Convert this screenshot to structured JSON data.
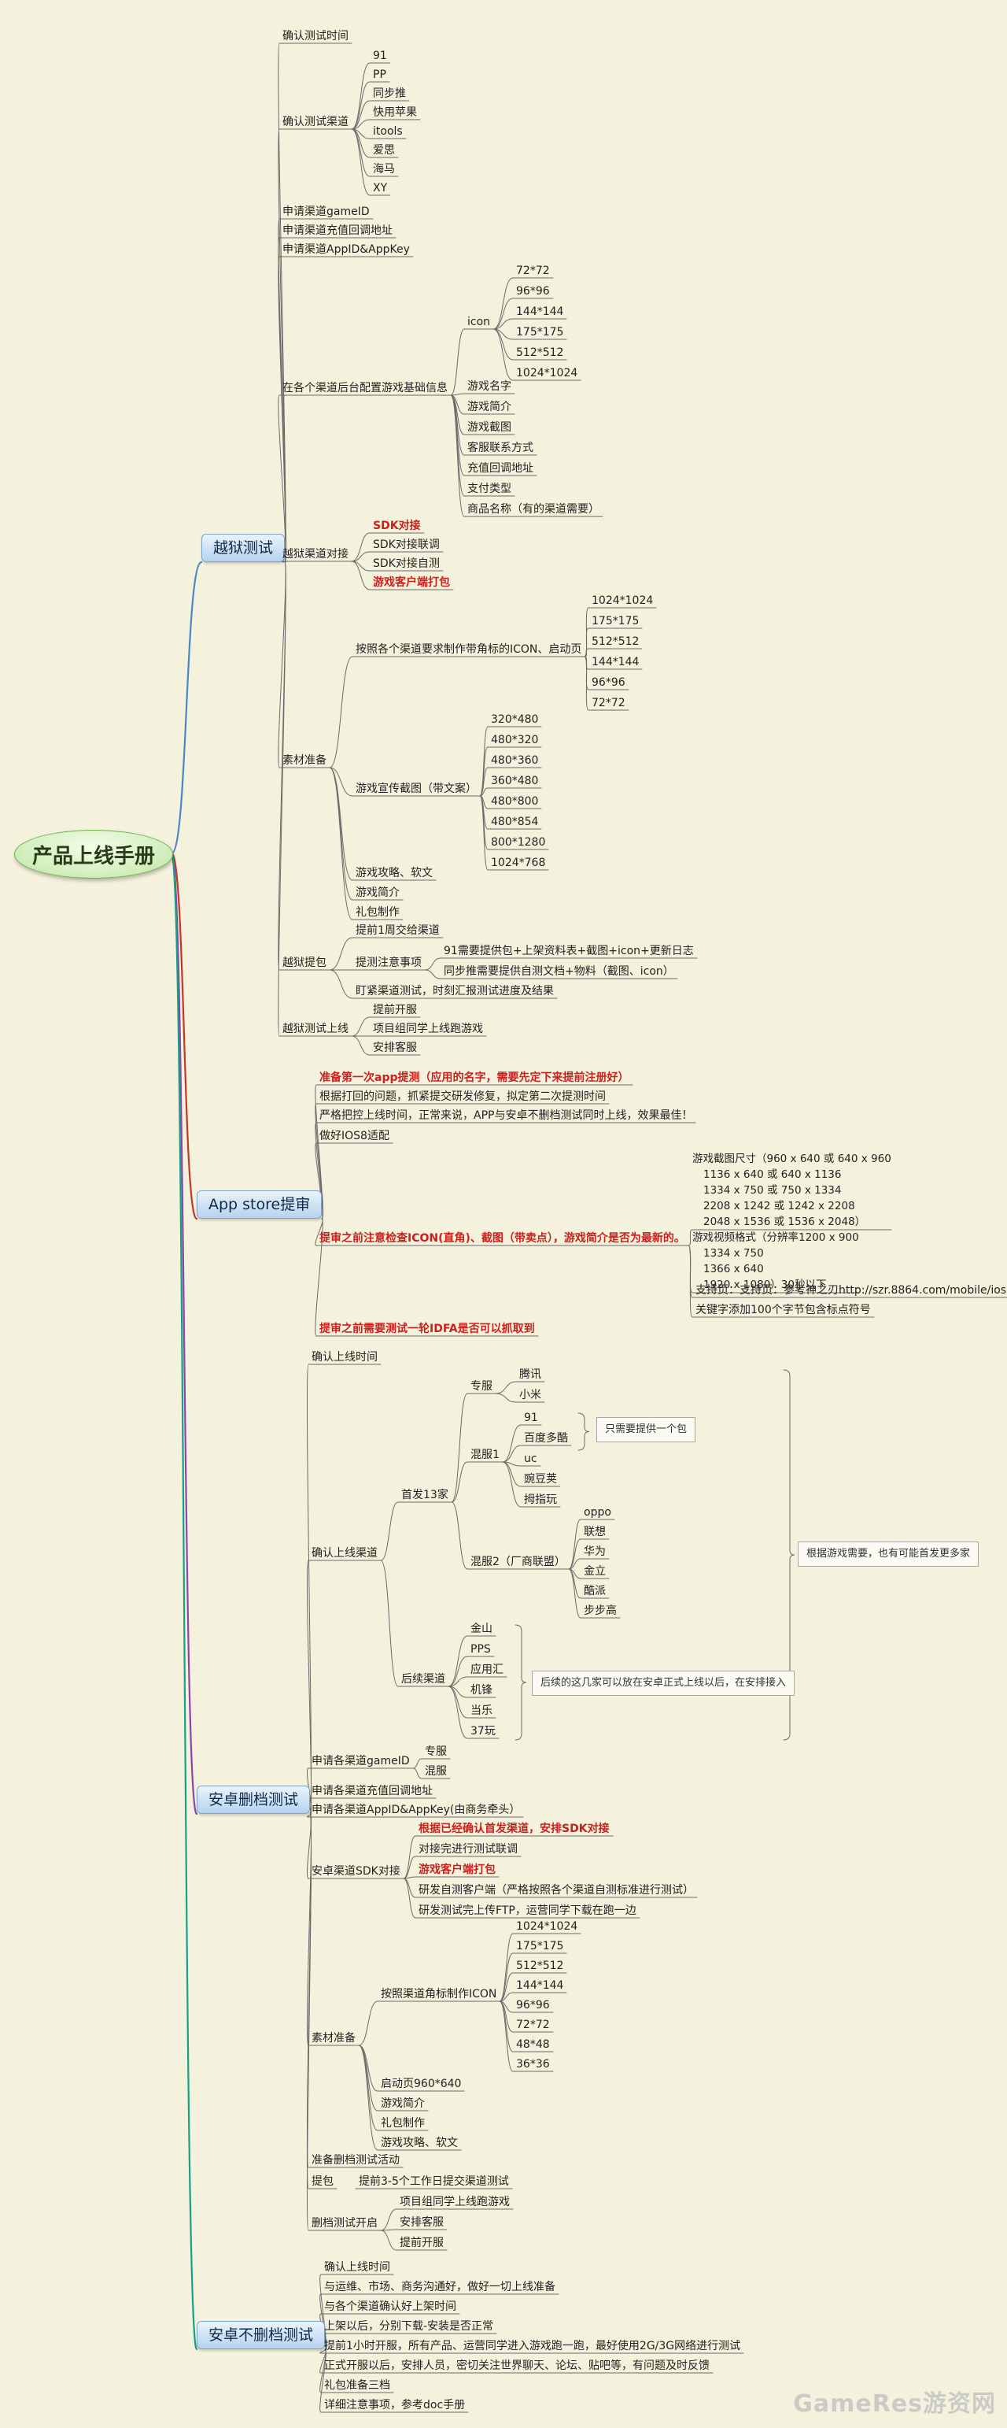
{
  "root": "产品上线手册",
  "watermark": "GameRes游资网",
  "branches": [
    {
      "id": "jb",
      "label": "越狱测试"
    },
    {
      "id": "as",
      "label": "App store提审"
    },
    {
      "id": "ad",
      "label": "安卓删档测试"
    },
    {
      "id": "an",
      "label": "安卓不删档测试"
    }
  ],
  "jailbreak": {
    "confirm_time": "确认测试时间",
    "confirm_channels": "确认测试渠道",
    "channels": [
      "91",
      "PP",
      "同步推",
      "快用苹果",
      "itools",
      "爱思",
      "海马",
      "XY"
    ],
    "gameid": "申请渠道gameID",
    "recharge": "申请渠道充值回调地址",
    "appid": "申请渠道AppID&AppKey",
    "config": "在各个渠道后台配置游戏基础信息",
    "icon": "icon",
    "icon_sizes": [
      "72*72",
      "96*96",
      "144*144",
      "175*175",
      "512*512",
      "1024*1024"
    ],
    "config_items": [
      "游戏名字",
      "游戏简介",
      "游戏截图",
      "客服联系方式",
      "充值回调地址",
      "支付类型",
      "商品名称（有的渠道需要）"
    ],
    "connect": "越狱渠道对接",
    "connect_items": [
      {
        "text": "SDK对接",
        "red": true
      },
      {
        "text": "SDK对接联调",
        "red": false
      },
      {
        "text": "SDK对接自测",
        "red": false
      },
      {
        "text": "游戏客户端打包",
        "red": true
      }
    ],
    "materials": "素材准备",
    "mat_icon": "按照各个渠道要求制作带角标的ICON、启动页",
    "mat_icon_sizes": [
      "1024*1024",
      "175*175",
      "512*512",
      "144*144",
      "96*96",
      "72*72"
    ],
    "mat_shots": "游戏宣传截图（带文案）",
    "shot_sizes": [
      "320*480",
      "480*320",
      "480*360",
      "360*480",
      "480*800",
      "480*854",
      "800*1280",
      "1024*768"
    ],
    "mat_items": [
      "游戏攻略、软文",
      "游戏简介",
      "礼包制作"
    ],
    "submit": "越狱提包",
    "submit_week": "提前1周交给渠道",
    "submit_notes": "提测注意事项",
    "submit_notes_items": [
      "91需要提供包+上架资料表+截图+icon+更新日志",
      "同步推需要提供自测文档+物料（截图、icon）"
    ],
    "submit_track": "盯紧渠道测试，时刻汇报测试进度及结果",
    "launch": "越狱测试上线",
    "launch_items": [
      "提前开服",
      "项目组同学上线跑游戏",
      "安排客服"
    ]
  },
  "appstore": {
    "items": [
      {
        "text": "准备第一次app提测（应用的名字，需要先定下来提前注册好）",
        "red": true
      },
      {
        "text": "根据打回的问题，抓紧提交研发修复，拟定第二次提测时间",
        "red": false
      },
      {
        "text": "严格把控上线时间，正常来说，APP与安卓不删档测试同时上线，效果最佳！",
        "red": false
      },
      {
        "text": "做好IOS8适配",
        "red": false
      },
      {
        "text": "提审之前注意检查ICON(直角)、截图（带卖点），游戏简介是否为最新的。",
        "red": true
      },
      {
        "text": "提审之前需要测试一轮IDFA是否可以抓取到",
        "red": true
      }
    ],
    "screens_title": "游戏截图尺寸（960 x 640  或  640 x 960",
    "screens_lines": [
      "1136 x 640  或  640 x 1136",
      "1334 x 750  或  750 x 1334",
      "2208 x 1242 或 1242 x 2208",
      "2048 x 1536 或 1536 x 2048）"
    ],
    "video_title": "游戏视频格式（分辨率1200 x 900",
    "video_lines": [
      "1334 x 750",
      "1366 x 640",
      "1920 x 1080）30秒以下"
    ],
    "support": "支持页：支持页：参考神之刃http://szr.8864.com/mobile/ios",
    "keywords": "关键字添加100个字节包含标点符号"
  },
  "android_del": {
    "confirm_time": "确认上线时间",
    "confirm_channels": "确认上线渠道",
    "first13": "首发13家",
    "exclusive": "专服",
    "exclusive_items": [
      "腾讯",
      "小米"
    ],
    "mixed1": "混服1",
    "mixed1_items": [
      "91",
      "百度多酷",
      "uc",
      "豌豆荚",
      "拇指玩"
    ],
    "mixed1_note": "只需要提供一个包",
    "mixed2": "混服2（厂商联盟）",
    "mixed2_items": [
      "oppo",
      "联想",
      "华为",
      "金立",
      "酷派",
      "步步高"
    ],
    "later": "后续渠道",
    "later_items": [
      "金山",
      "PPS",
      "应用汇",
      "机锋",
      "当乐",
      "37玩"
    ],
    "later_note": "后续的这几家可以放在安卓正式上线以后，在安排接入",
    "overall_note": "根据游戏需要，也有可能首发更多家",
    "gameid": "申请各渠道gameID",
    "gameid_items": [
      "专服",
      "混服"
    ],
    "recharge": "申请各渠道充值回调地址",
    "appid": "申请各渠道AppID&AppKey(由商务牵头）",
    "sdk": "安卓渠道SDK对接",
    "sdk_items": [
      {
        "text": "根据已经确认首发渠道，安排SDK对接",
        "red": true
      },
      {
        "text": "对接完进行测试联调",
        "red": false
      },
      {
        "text": "游戏客户端打包",
        "red": true
      },
      {
        "text": "研发自测客户端（严格按照各个渠道自测标准进行测试）",
        "red": false
      },
      {
        "text": "研发测试完上传FTP，运营同学下载在跑一边",
        "red": false
      }
    ],
    "materials": "素材准备",
    "mat_icon": "按照渠道角标制作ICON",
    "icon_sizes": [
      "1024*1024",
      "175*175",
      "512*512",
      "144*144",
      "96*96",
      "72*72",
      "48*48",
      "36*36"
    ],
    "mat_items": [
      "启动页960*640",
      "游戏简介",
      "礼包制作",
      "游戏攻略、软文"
    ],
    "activity": "准备删档测试活动",
    "submit": "提包",
    "submit_item": "提前3-5个工作日提交渠道测试",
    "open": "删档测试开启",
    "open_items": [
      "项目组同学上线跑游戏",
      "安排客服",
      "提前开服"
    ]
  },
  "android_nodel": {
    "items": [
      "确认上线时间",
      "与运维、市场、商务沟通好，做好一切上线准备",
      "与各个渠道确认好上架时间",
      "上架以后，分别下载-安装是否正常",
      "提前1小时开服，所有产品、运营同学进入游戏跑一跑，最好使用2G/3G网络进行测试",
      "正式开服以后，安排人员，密切关注世界聊天、论坛、贴吧等，有问题及时反馈",
      "礼包准备三档",
      "详细注意事项，参考doc手册"
    ]
  }
}
